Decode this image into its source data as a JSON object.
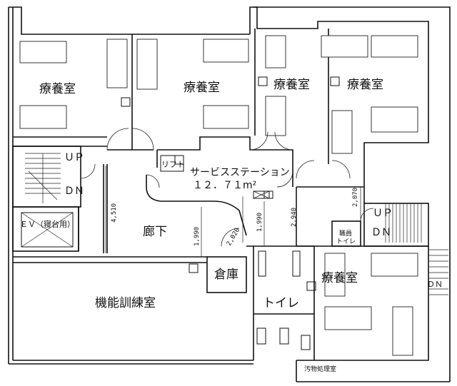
{
  "rooms": {
    "care_room_1": "療養室",
    "care_room_2": "療養室",
    "care_room_3": "療養室",
    "care_room_4": "療養室",
    "care_room_5": "療養室",
    "corridor": "廊下",
    "storage": "倉庫",
    "training_room": "機能訓練室",
    "toilet": "トイレ",
    "elevator": "ＥＶ（寝台用）",
    "lift": "リフト",
    "staff_toilet_line1": "職員",
    "staff_toilet_line2": "トイレ",
    "sewage_room": "汚物処理室",
    "service_station_line1": "サービスステーション",
    "service_station_line2": "１２．７１m²"
  },
  "stairs": {
    "left_up": "ＵＰ",
    "left_dn": "ＤＮ",
    "right_up": "ＵＰ",
    "right_dn": "ＤＮ",
    "outer_dn": "ＤＮ"
  },
  "dimensions": {
    "d_4510": "4,510",
    "d_1990_a": "1,990",
    "d_2020": "2,020",
    "d_1990_b": "1,990",
    "d_2940": "2,940",
    "d_2070": "2,070"
  }
}
